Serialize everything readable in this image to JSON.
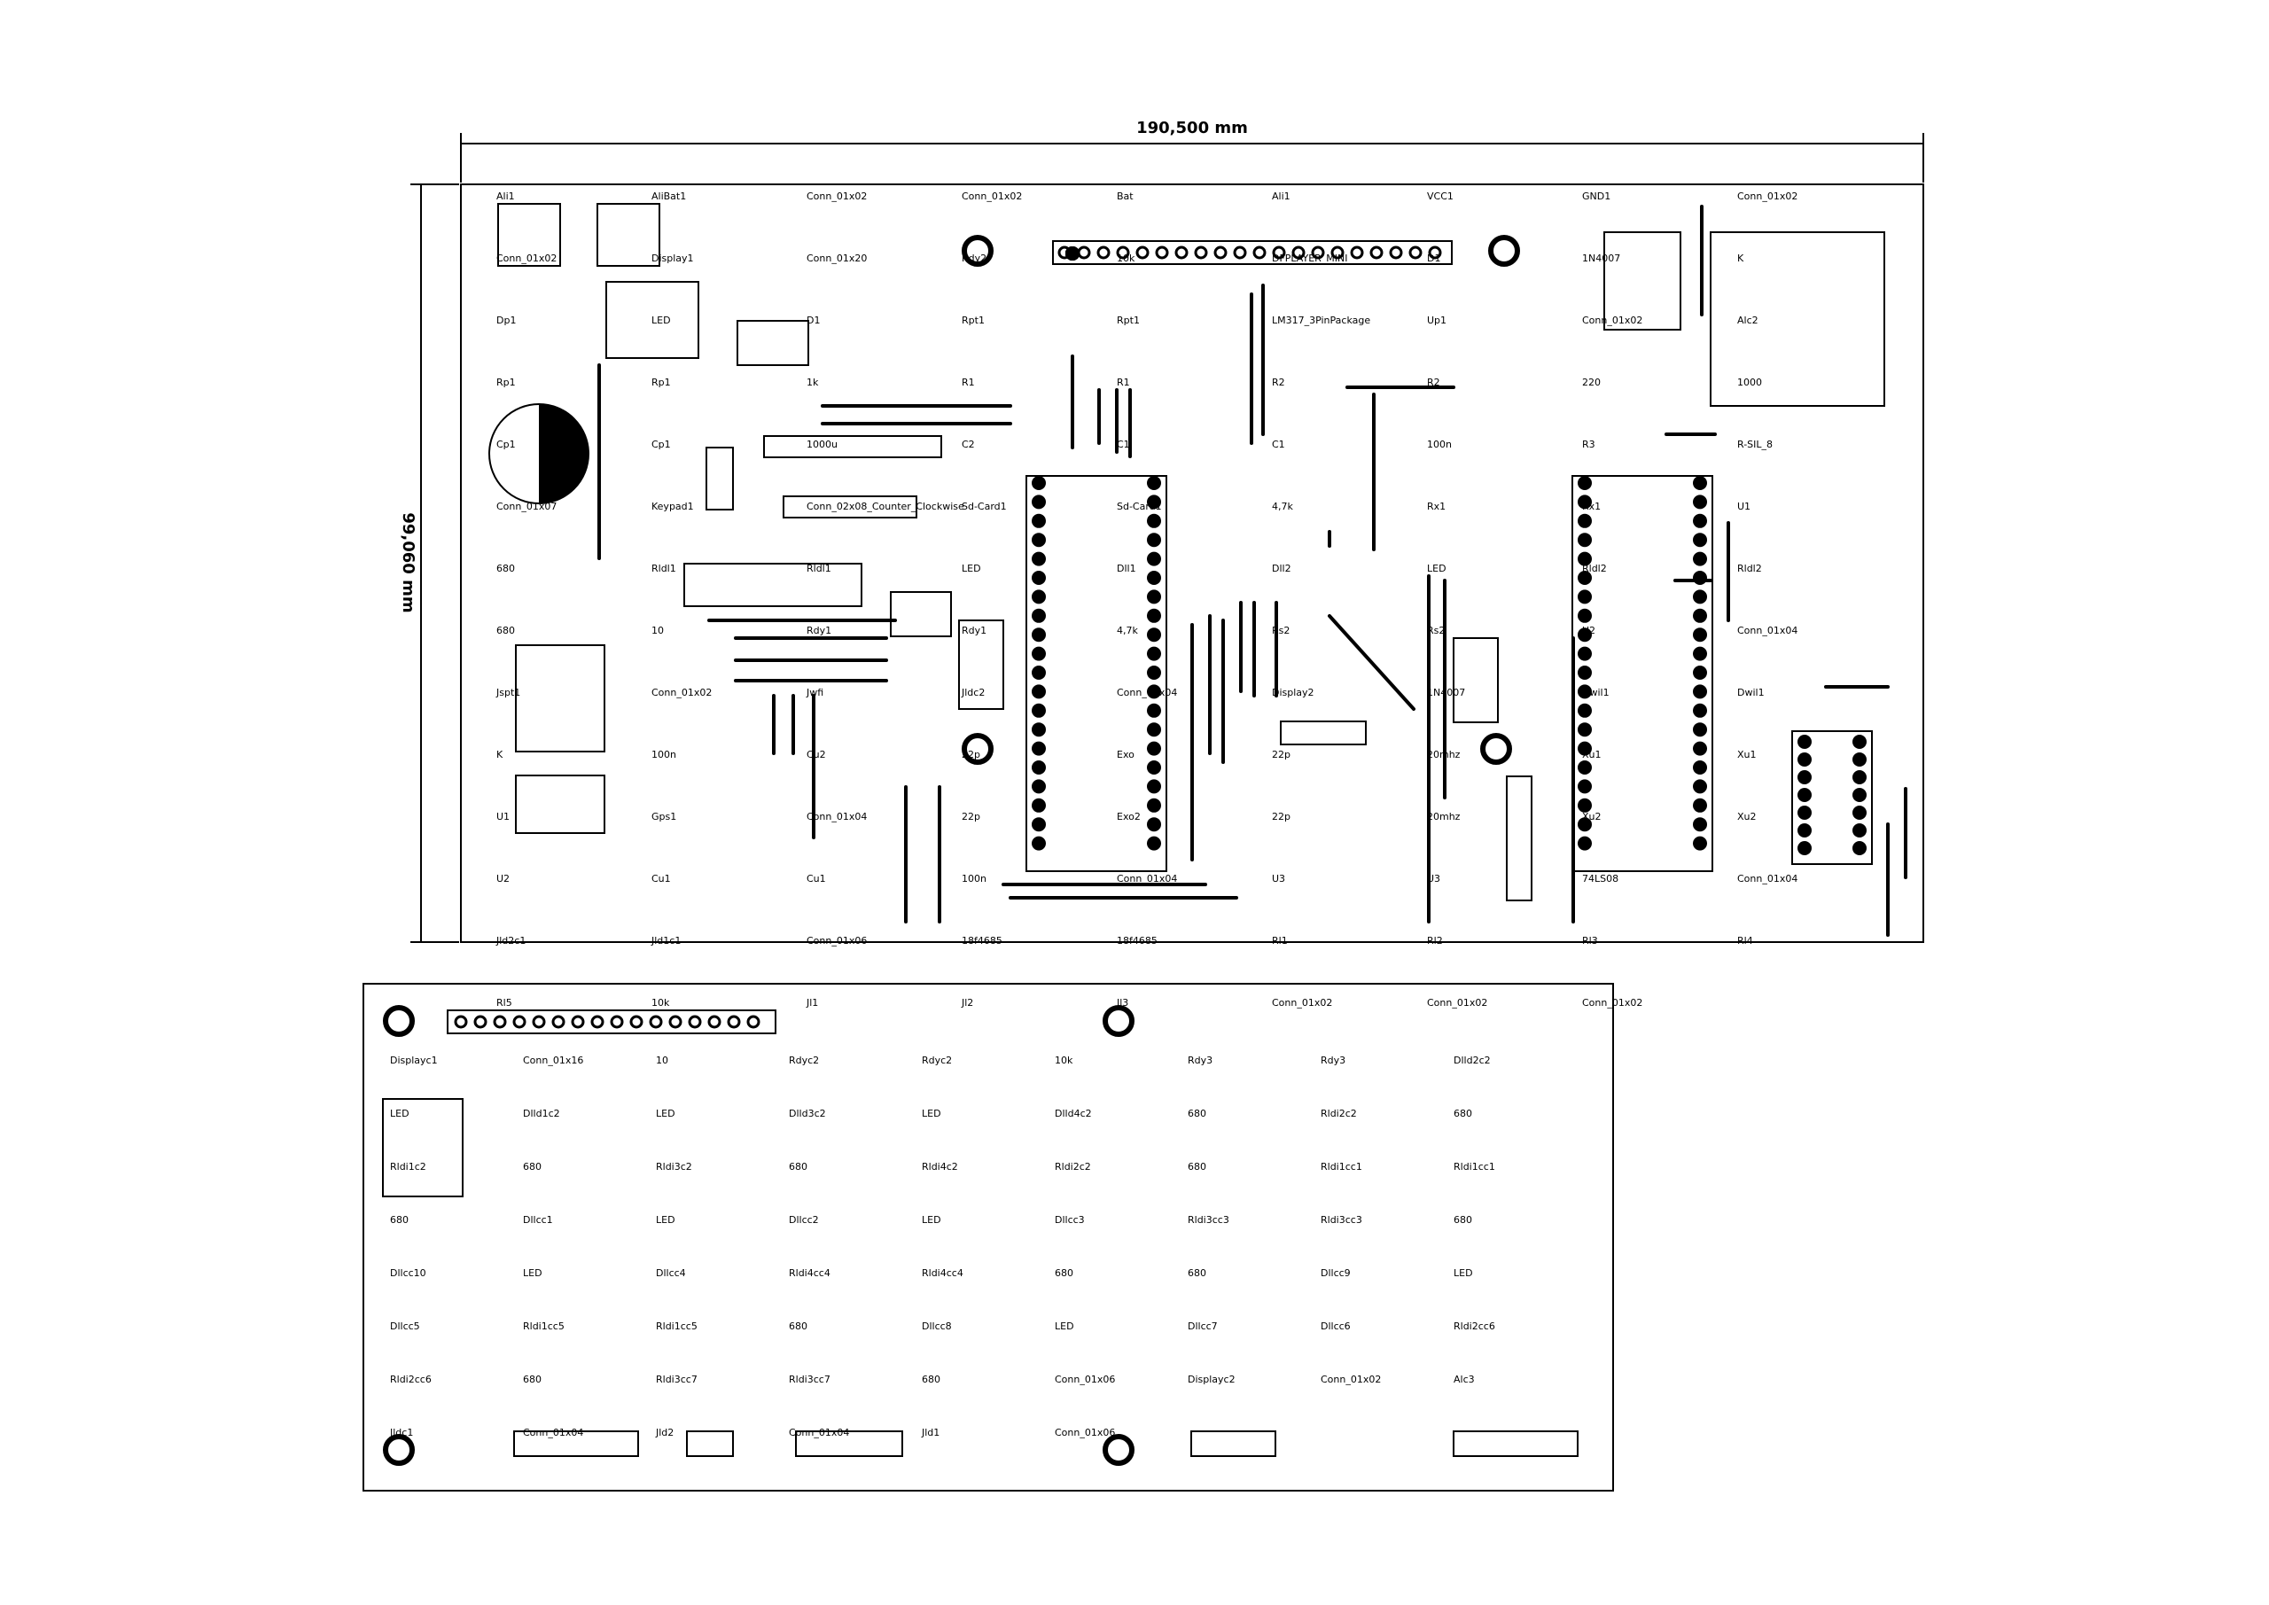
{
  "dimensions": {
    "width_label": "190,500 mm",
    "height_label": "99,060 mm"
  },
  "colors": {
    "outline": "#000000",
    "background": "#ffffff"
  },
  "main_board": {
    "labels": [
      "Ali1",
      "AliBat1",
      "Conn_01x02",
      "Conn_01x02",
      "Bat",
      "Ali1",
      "VCC1",
      "GND1",
      "Conn_01x02",
      "Conn_01x02",
      "Display1",
      "Conn_01x20",
      "Rdy2",
      "10k",
      "DFPLAYER_MINI",
      "D1",
      "1N4007",
      "K",
      "Dp1",
      "LED",
      "D1",
      "Rpt1",
      "Rpt1",
      "LM317_3PinPackage",
      "Up1",
      "Conn_01x02",
      "Alc2",
      "Rp1",
      "Rp1",
      "1k",
      "R1",
      "R1",
      "R2",
      "R2",
      "220",
      "1000",
      "Cp1",
      "Cp1",
      "1000u",
      "C2",
      "C1",
      "C1",
      "100n",
      "R3",
      "R-SIL_8",
      "Conn_01x07",
      "Keypad1",
      "Conn_02x08_Counter_Clockwise",
      "Sd-Card1",
      "Sd-Card1",
      "4,7k",
      "Rx1",
      "Rx1",
      "U1",
      "680",
      "Rldl1",
      "Rldl1",
      "LED",
      "Dll1",
      "Dll2",
      "LED",
      "Rldl2",
      "Rldl2",
      "680",
      "10",
      "Rdy1",
      "Rdy1",
      "4,7k",
      "Rs2",
      "Rs2",
      "U2",
      "Conn_01x04",
      "Jspt1",
      "Conn_01x02",
      "Jwfi",
      "Jldc2",
      "Conn_01x04",
      "Display2",
      "1N4007",
      "Dwil1",
      "Dwil1",
      "K",
      "100n",
      "Cu2",
      "22p",
      "Exo",
      "22p",
      "20mhz",
      "Xu1",
      "Xu1",
      "U1",
      "Gps1",
      "Conn_01x04",
      "22p",
      "Exo2",
      "22p",
      "20mhz",
      "Xu2",
      "Xu2",
      "U2",
      "Cu1",
      "Cu1",
      "100n",
      "Conn_01x04",
      "U3",
      "U3",
      "74LS08",
      "Conn_01x04",
      "Jld2c1",
      "Jld1c1",
      "Conn_01x06",
      "18f4685",
      "18f4685",
      "Rl1",
      "Rl2",
      "Rl3",
      "Rl4",
      "Rl5",
      "10k",
      "Jl1",
      "Jl2",
      "Jl3",
      "Conn_01x02",
      "Conn_01x02",
      "Conn_01x02"
    ]
  },
  "sub_board": {
    "labels": [
      "Displayc1",
      "Conn_01x16",
      "10",
      "Rdyc2",
      "Rdyc2",
      "10k",
      "Rdy3",
      "Rdy3",
      "Dlld2c2",
      "LED",
      "Dlld1c2",
      "LED",
      "Dlld3c2",
      "LED",
      "Dlld4c2",
      "680",
      "Rldi2c2",
      "680",
      "Rldi1c2",
      "680",
      "Rldi3c2",
      "680",
      "Rldi4c2",
      "Rldi2c2",
      "680",
      "Rldi1cc1",
      "Rldi1cc1",
      "680",
      "Dllcc1",
      "LED",
      "Dllcc2",
      "LED",
      "Dllcc3",
      "Rldi3cc3",
      "Rldi3cc3",
      "680",
      "Dllcc10",
      "LED",
      "Dllcc4",
      "Rldi4cc4",
      "Rldi4cc4",
      "680",
      "680",
      "Dllcc9",
      "LED",
      "Dllcc5",
      "Rldi1cc5",
      "Rldi1cc5",
      "680",
      "Dllcc8",
      "LED",
      "Dllcc7",
      "Dllcc6",
      "Rldi2cc6",
      "Rldi2cc6",
      "680",
      "Rldi3cc7",
      "Rldi3cc7",
      "680",
      "Conn_01x06",
      "Displayc2",
      "Conn_01x02",
      "Alc3",
      "Jldc1",
      "Conn_01x04",
      "Jld2",
      "Conn_01x04",
      "Jld1",
      "Conn_01x06"
    ]
  }
}
